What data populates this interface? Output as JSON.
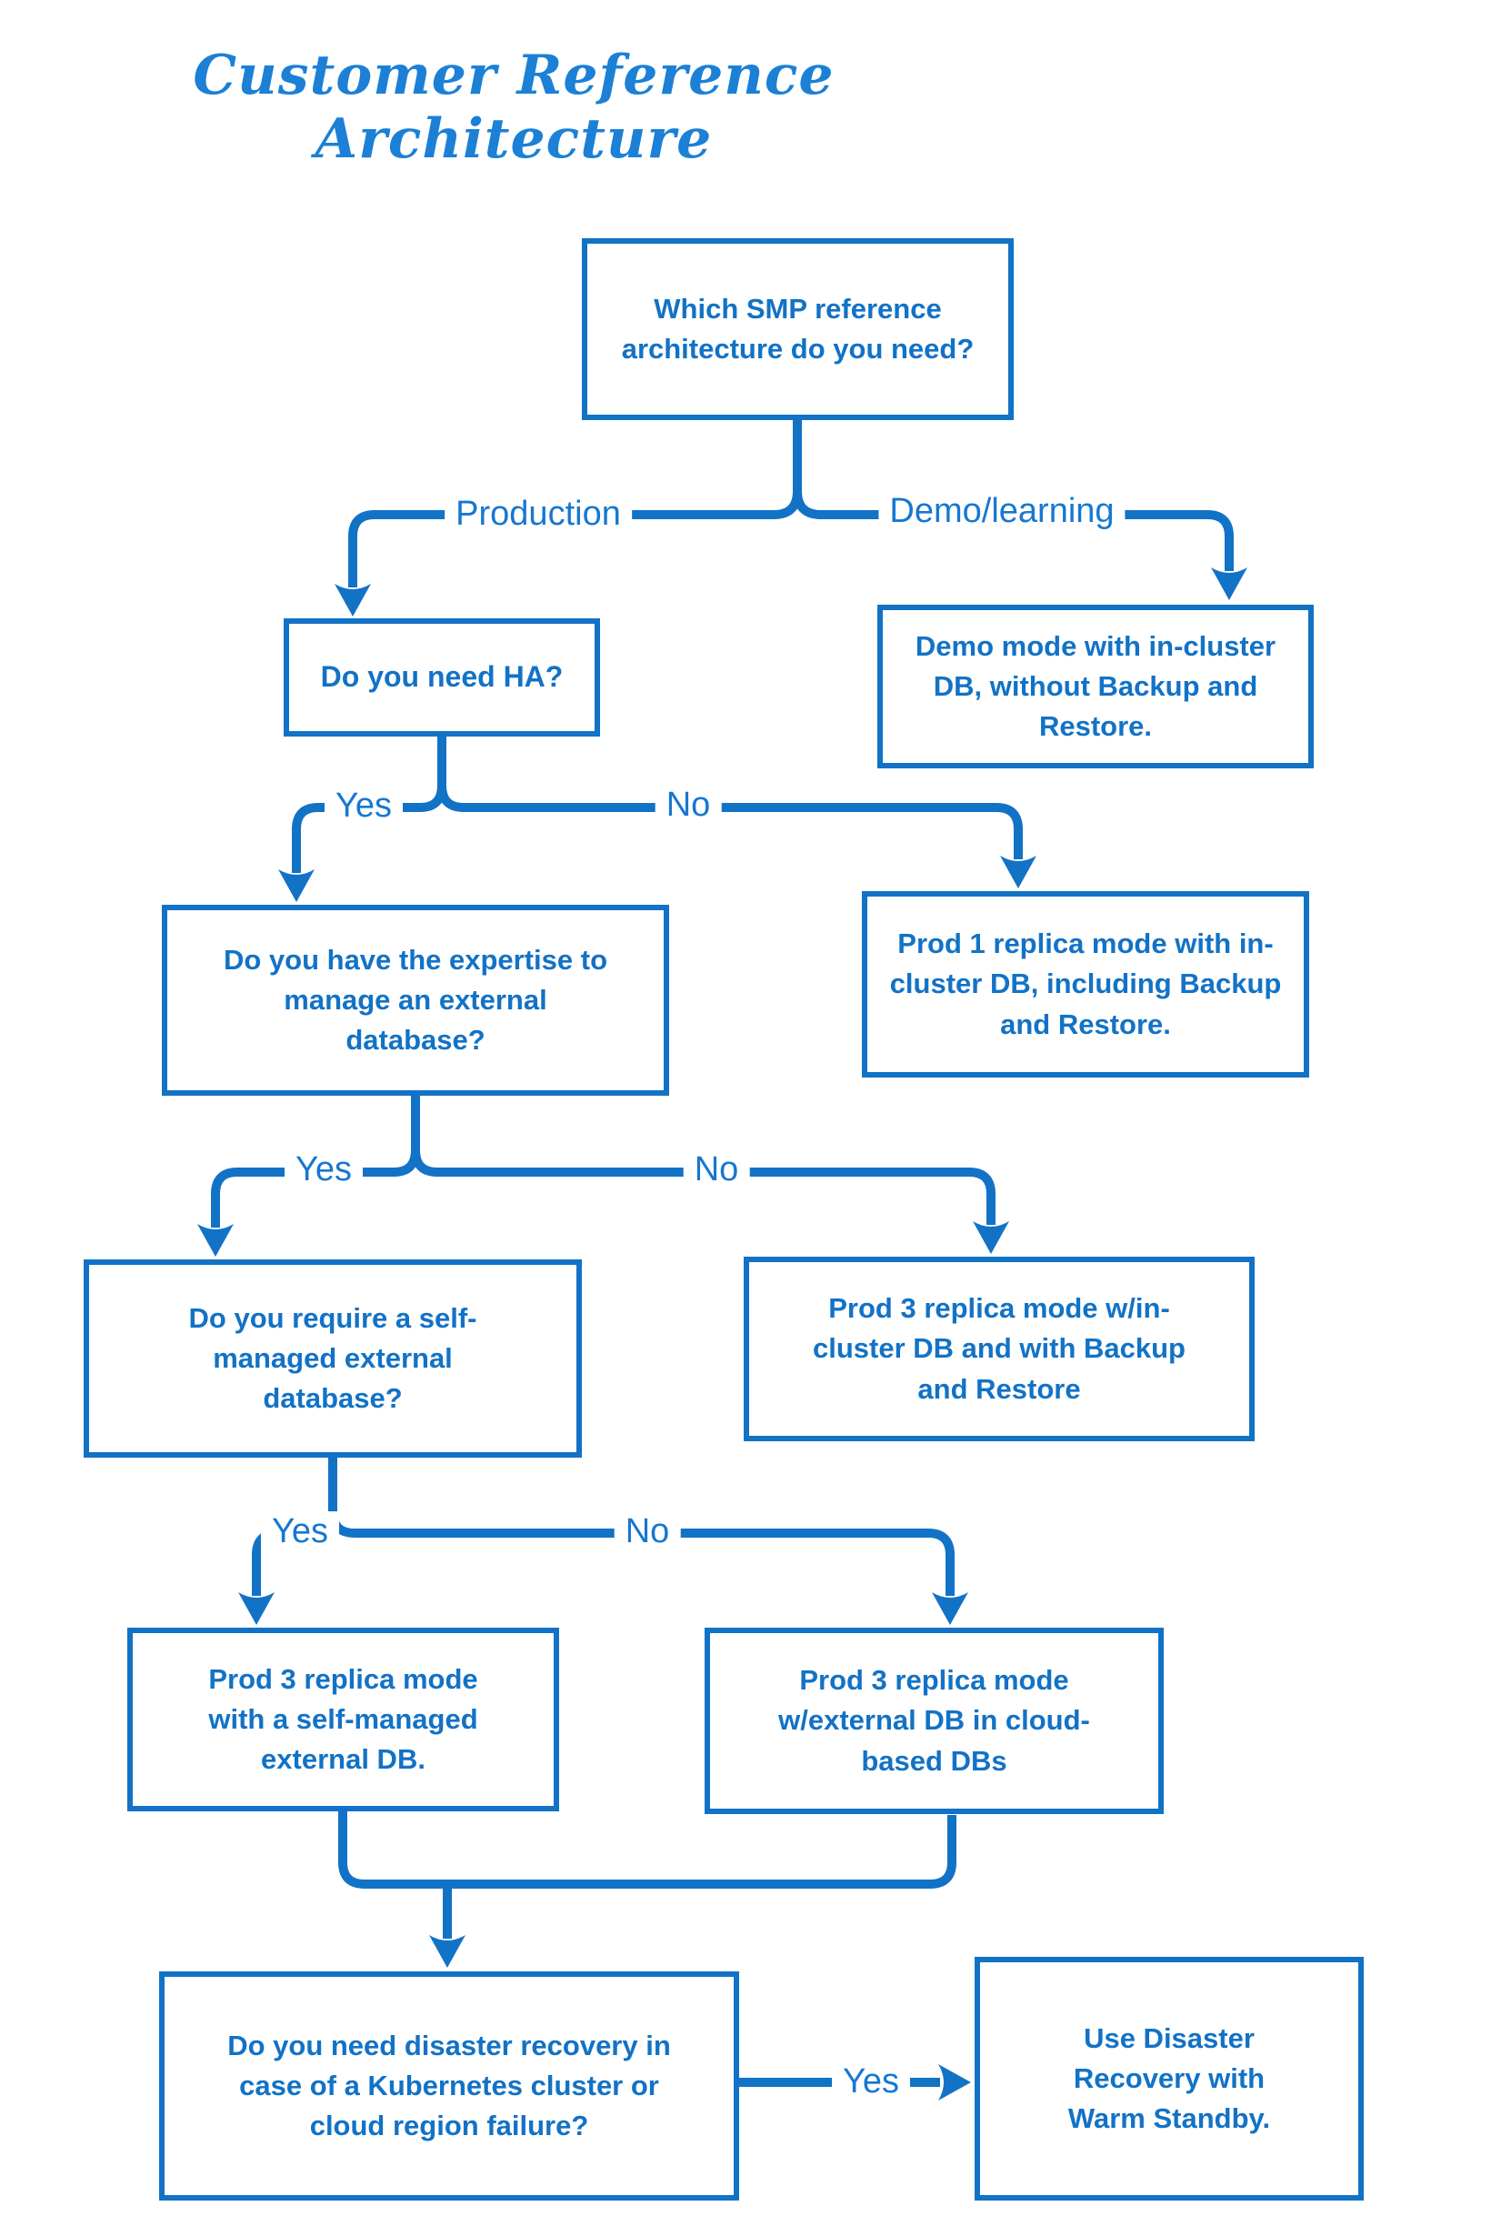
{
  "title": "Customer Reference Architecture",
  "colors": {
    "line": "#1272C6",
    "box_text": "#1272C6",
    "label_text": "#1777D1",
    "title_text": "#1B80D6",
    "background": "#FFFFFF"
  },
  "nodes": {
    "q_smp": {
      "text": "Which SMP reference architecture do you need?"
    },
    "q_ha": {
      "text": "Do you need HA?"
    },
    "demo_mode": {
      "text": "Demo mode with in-cluster DB, without Backup and Restore."
    },
    "q_expertise": {
      "text": "Do you have the expertise to manage an external database?"
    },
    "prod1_incluster": {
      "text": "Prod 1 replica mode with in-cluster DB, including Backup and Restore."
    },
    "q_self_managed": {
      "text": "Do you require a self-managed external database?"
    },
    "prod3_incluster": {
      "text": "Prod 3 replica mode w/in-cluster DB and with Backup and Restore"
    },
    "prod3_self_managed": {
      "text": "Prod 3 replica mode with a self-managed external DB."
    },
    "prod3_cloud": {
      "text": "Prod 3 replica mode w/external DB in cloud-based DBs"
    },
    "q_disaster_recovery": {
      "text": "Do you need disaster recovery in case of a Kubernetes cluster or cloud region failure?"
    },
    "dr_warm_standby": {
      "text": "Use Disaster Recovery with Warm Standby."
    }
  },
  "edge_labels": {
    "production": "Production",
    "demo_learning": "Demo/learning",
    "ha_yes": "Yes",
    "ha_no": "No",
    "expertise_yes": "Yes",
    "expertise_no": "No",
    "self_managed_yes": "Yes",
    "self_managed_no": "No",
    "dr_yes": "Yes"
  }
}
